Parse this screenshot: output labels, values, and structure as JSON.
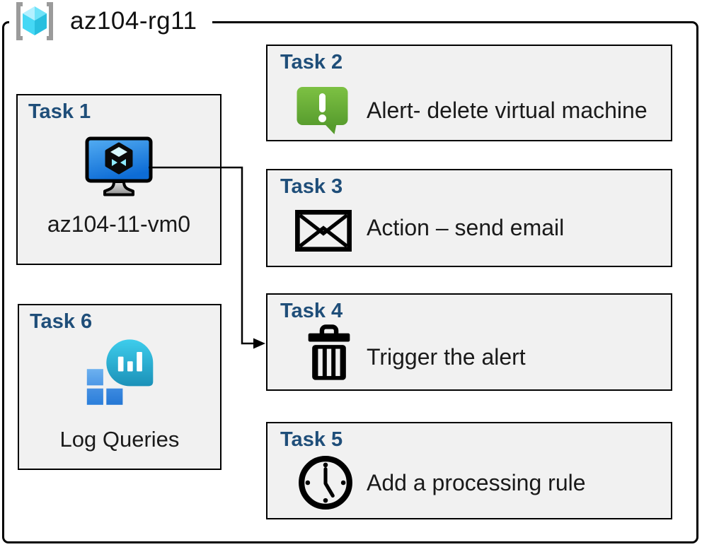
{
  "resource_group": {
    "name": "az104-rg11",
    "icon": "resource-group-icon"
  },
  "tasks": [
    {
      "title": "Task 1",
      "label": "az104-11-vm0",
      "icon": "virtual-machine-icon"
    },
    {
      "title": "Task 2",
      "label": "Alert- delete virtual machine",
      "icon": "alert-icon"
    },
    {
      "title": "Task 3",
      "label": "Action – send email",
      "icon": "email-icon"
    },
    {
      "title": "Task 4",
      "label": "Trigger the alert",
      "icon": "trash-icon"
    },
    {
      "title": "Task 5",
      "label": "Add a processing rule",
      "icon": "clock-icon"
    },
    {
      "title": "Task 6",
      "label": "Log Queries",
      "icon": "log-queries-icon"
    }
  ],
  "connector": {
    "from": "az104-11-vm0",
    "to": "Task 4",
    "style": "elbow-arrow"
  },
  "colors": {
    "task_title_blue": "#1f4e79",
    "box_background": "#f1f1f1",
    "border_black": "#000000",
    "alert_green_top": "#7dc143",
    "alert_green_bottom": "#589d2e",
    "vm_screen_blue_top": "#54adf2",
    "vm_screen_blue_bottom": "#0d6cd6",
    "log_balloon_teal_top": "#3ecdec",
    "log_balloon_teal_bottom": "#1b91b8",
    "log_square_blue_light": "#5fa8ec",
    "log_square_blue_dark": "#2b7fdb",
    "rg_cube_cyan": "#50e6ff",
    "rg_bracket_gray": "#9b9b9b"
  }
}
